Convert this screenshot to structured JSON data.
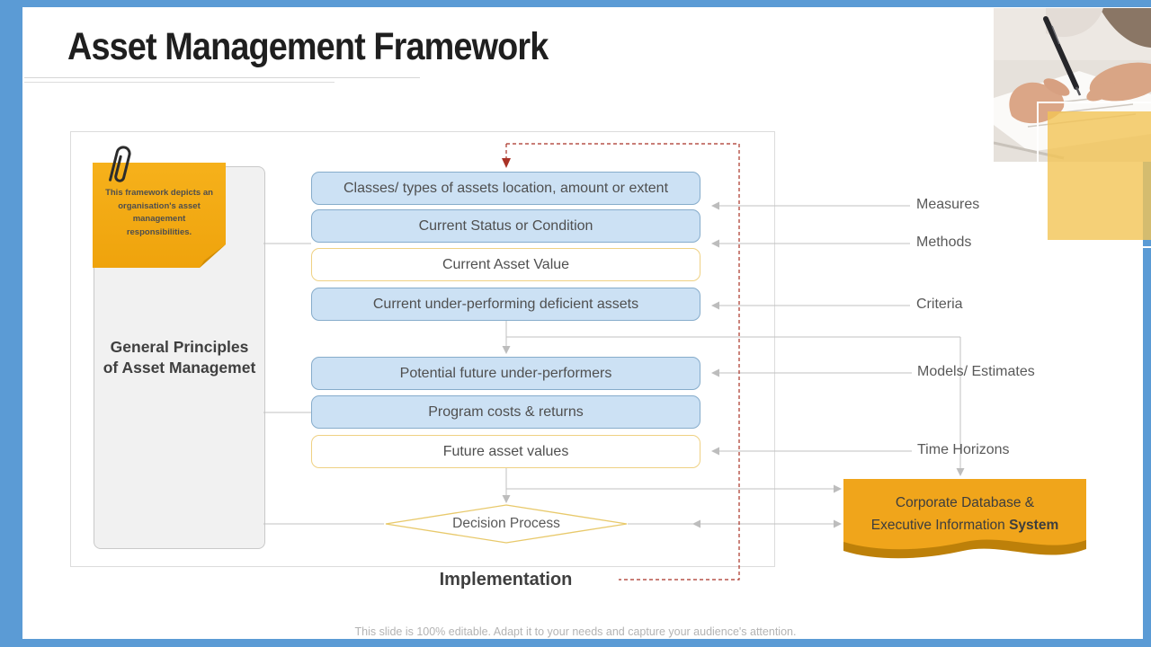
{
  "slide_title": "Asset Management Framework",
  "sticky_note": {
    "text": "This framework depicts an organisation's asset management responsibilities.",
    "icon": "paperclip-icon"
  },
  "principles": {
    "label": "General Principles of Asset Managemet"
  },
  "flow": {
    "group1": [
      {
        "label": "Classes/ types of assets location, amount or extent"
      },
      {
        "label": "Current Status or Condition"
      },
      {
        "label": "Current Asset Value"
      },
      {
        "label": "Current under-performing deficient assets"
      }
    ],
    "group2": [
      {
        "label": "Potential future under-performers"
      },
      {
        "label": "Program costs & returns"
      },
      {
        "label": "Future asset values"
      }
    ],
    "decision": {
      "label": "Decision Process"
    },
    "implementation_label": "Implementation"
  },
  "right_labels": [
    {
      "label": "Measures"
    },
    {
      "label": "Methods"
    },
    {
      "label": "Criteria"
    },
    {
      "label": "Models/ Estimates"
    },
    {
      "label": "Time Horizons"
    }
  ],
  "database": {
    "line1": "Corporate Database &",
    "line2": "Executive Information",
    "line2_bold": "System"
  },
  "footer_note": "This slide is 100% editable. Adapt it to your needs and capture your audience's attention.",
  "colors": {
    "accent_blue": "#5B9BD5",
    "flow_box_fill": "#CCE1F4",
    "flow_box_border": "#86ACCB",
    "highlight_box_border": "#EFD183",
    "note_yellow": "#F3A80E",
    "database_yellow": "#F0A51B",
    "database_shadow": "#BD8009",
    "red_dashed": "#A93226",
    "connector_gray": "#C2C2C2"
  }
}
